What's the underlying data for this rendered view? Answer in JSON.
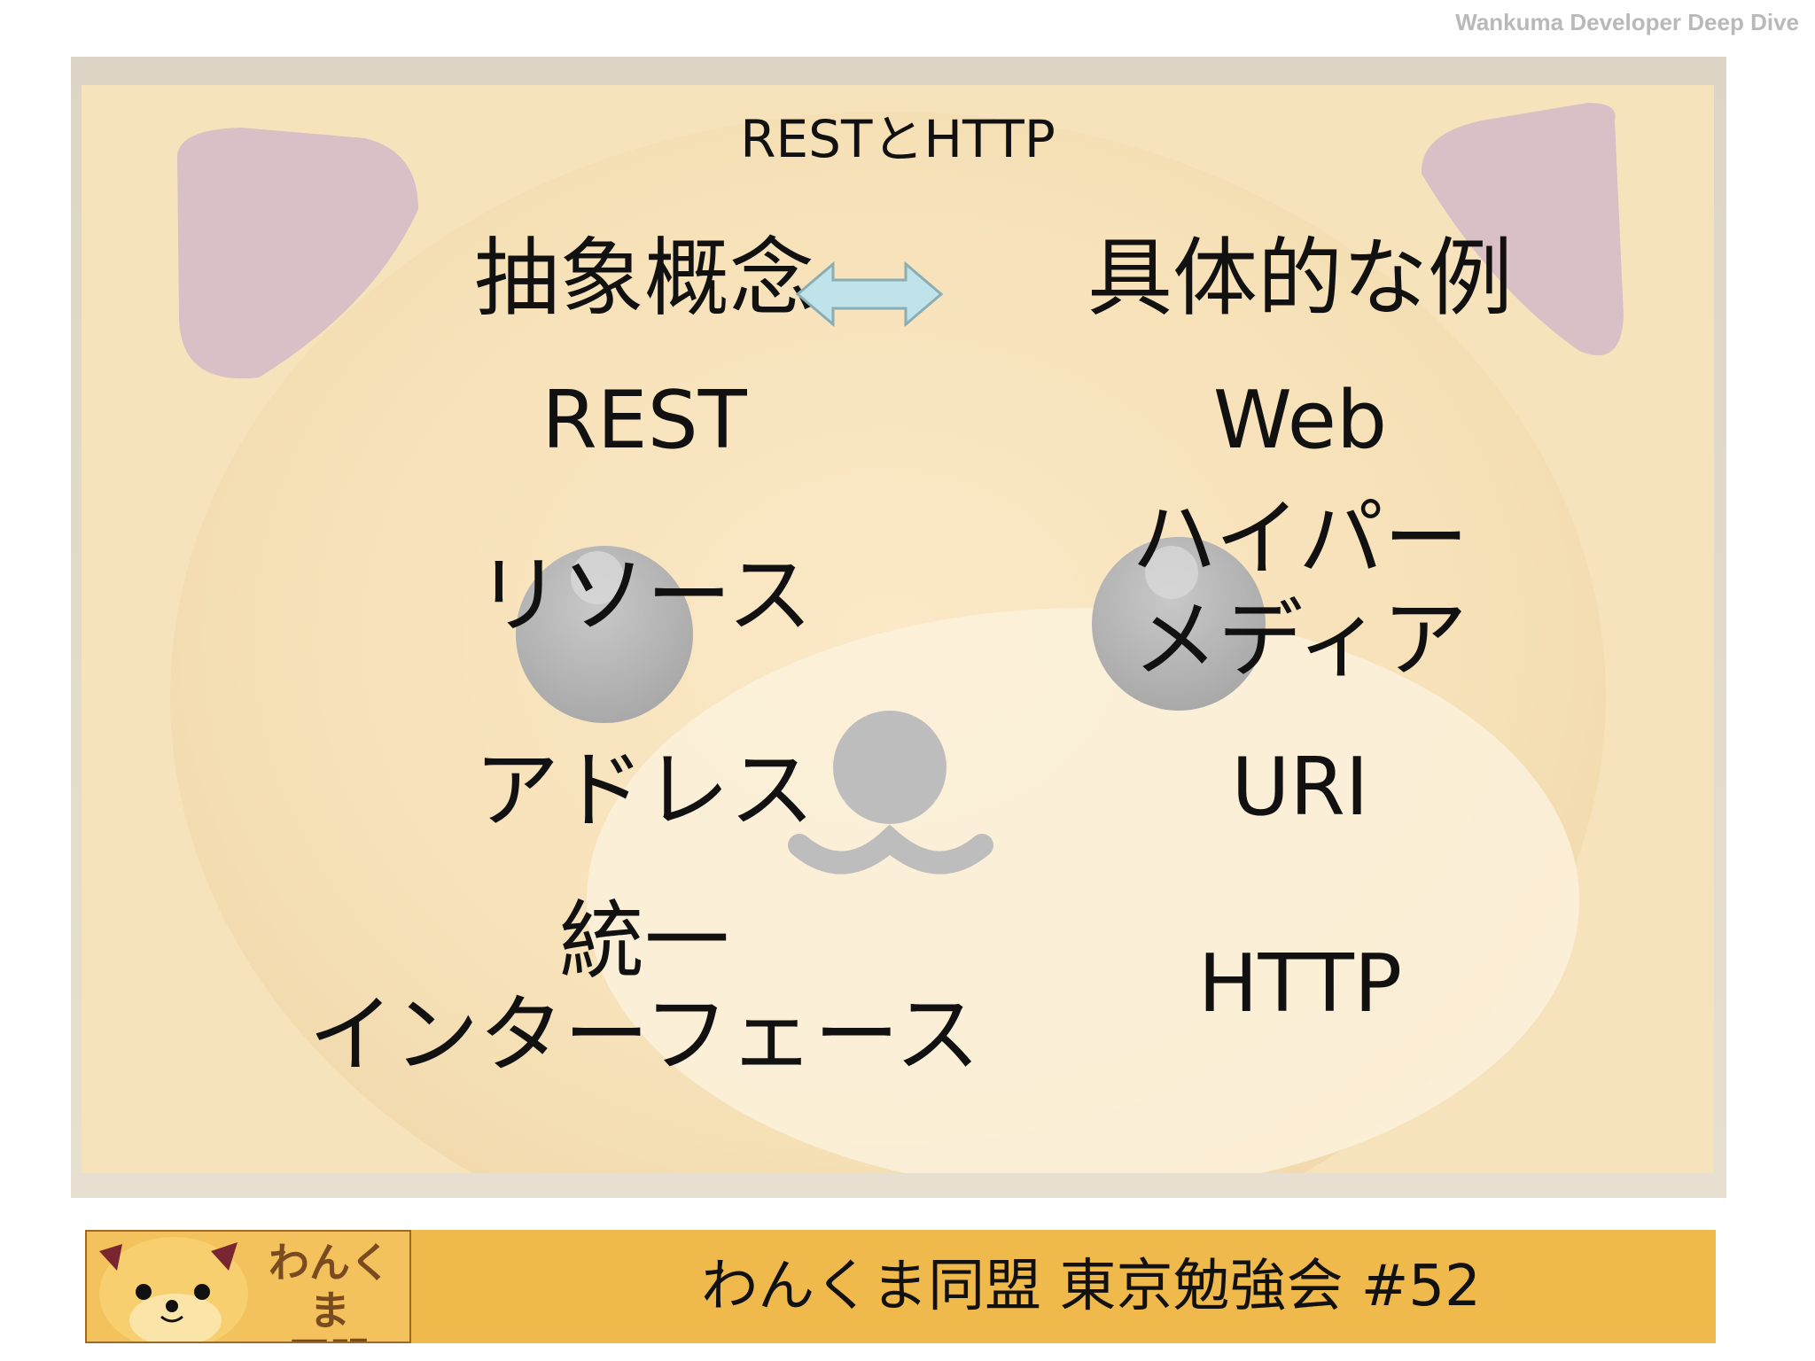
{
  "header": {
    "brand": "Wankuma Developer Deep Dive"
  },
  "slide": {
    "title": "RESTとHTTP",
    "left_heading": "抽象概念",
    "right_heading": "具体的な例",
    "left_items": [
      "REST",
      "リソース",
      "アドレス",
      "統一",
      "インターフェース"
    ],
    "right_items": [
      "Web",
      "ハイパー",
      "メディア",
      "URI",
      "HTTP"
    ]
  },
  "footer": {
    "logo_line1": "わんくま",
    "logo_line2": "同盟",
    "text": "わんくま同盟 東京勉強会 #52"
  },
  "colors": {
    "slide_bg": "#f7e6c0",
    "footer_bg": "#f0b94c",
    "arrow_fill": "#bfe3e8",
    "ear": "#d9bfc6"
  }
}
